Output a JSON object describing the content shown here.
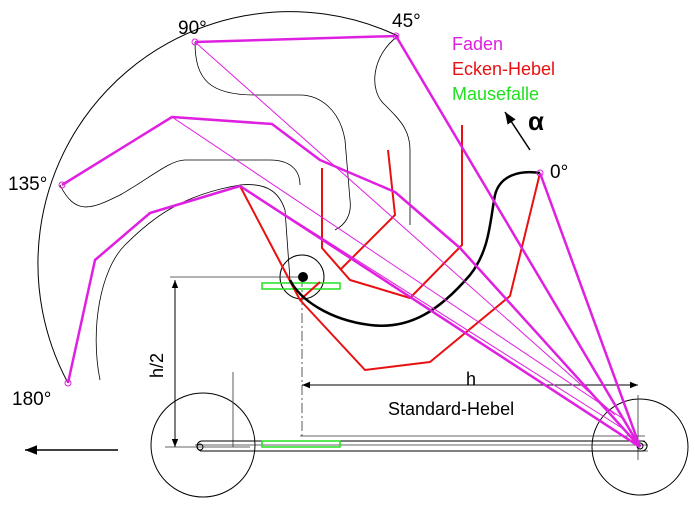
{
  "angles": {
    "a0": "0°",
    "a45": "45°",
    "a90": "90°",
    "a135": "135°",
    "a180": "180°"
  },
  "legend": {
    "faden": "Faden",
    "ecken_hebel": "Ecken-Hebel",
    "mausefalle": "Mausefalle"
  },
  "symbols": {
    "alpha": "α",
    "h": "h",
    "h_half": "h/2"
  },
  "labels": {
    "standard_hebel": "Standard-Hebel"
  },
  "colors": {
    "faden": "#e020e0",
    "ecken_hebel": "#e81010",
    "mausefalle": "#20e020",
    "outline": "#000000",
    "construction": "#333333"
  }
}
